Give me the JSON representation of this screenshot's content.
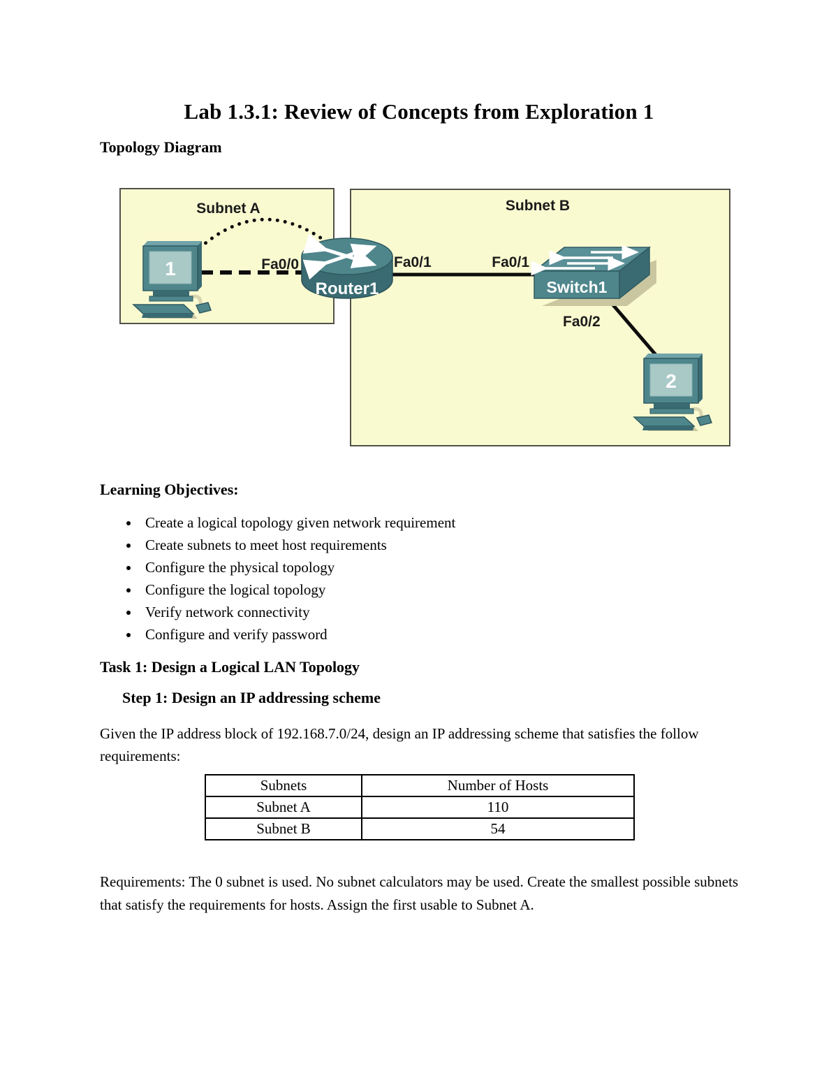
{
  "page": {
    "title": "Lab 1.3.1: Review of Concepts from Exploration 1"
  },
  "sections": {
    "topology_heading": "Topology Diagram",
    "objectives_heading": "Learning Objectives:",
    "task1_heading": "Task 1: Design a Logical LAN Topology",
    "step1_heading": "Step 1: Design an IP addressing scheme"
  },
  "objectives": [
    "Create a logical topology given network requirement",
    "Create subnets to meet host requirements",
    "Configure the physical topology",
    "Configure the logical topology",
    "Verify network connectivity",
    "Configure and verify password"
  ],
  "paragraphs": {
    "given": "Given the IP address block of 192.168.7.0/24, design an IP addressing scheme that satisfies the follow requirements:",
    "requirements": "Requirements: The 0 subnet is used. No subnet calculators may be used. Create the smallest possible subnets that satisfy the requirements for hosts. Assign the first usable to Subnet A."
  },
  "diagram": {
    "subnet_a_label": "Subnet A",
    "subnet_b_label": "Subnet B",
    "devices": {
      "pc1": "1",
      "router": "Router1",
      "switch": "Switch1",
      "pc2": "2"
    },
    "interfaces": {
      "router_fa00": "Fa0/0",
      "router_fa01": "Fa0/1",
      "switch_fa01": "Fa0/1",
      "switch_fa02": "Fa0/2"
    },
    "colors": {
      "subnet_background": "#fafad1",
      "subnet_border": "#52524a",
      "device_teal": "#4e868c",
      "device_teal_dark": "#3a6b72",
      "screen_teal": "#a9c9c7",
      "link_black": "#0d0d0d"
    }
  },
  "table": {
    "headers": [
      "Subnets",
      "Number of Hosts"
    ],
    "rows": [
      [
        "Subnet A",
        "110"
      ],
      [
        "Subnet B",
        "54"
      ]
    ]
  }
}
